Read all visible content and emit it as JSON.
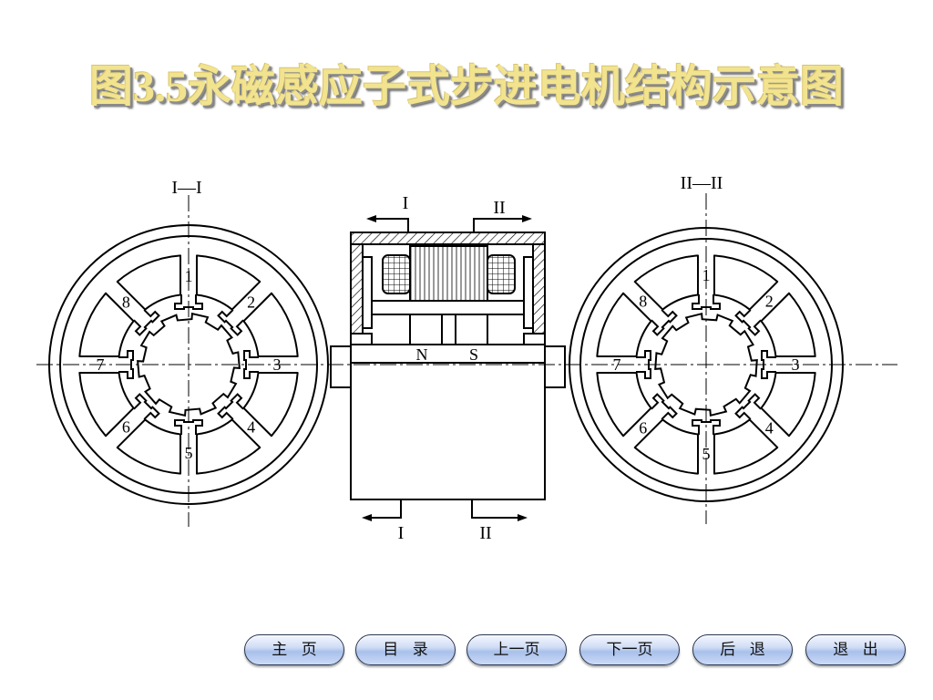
{
  "title": "图3.5永磁感应子式步进电机结构示意图",
  "diagram": {
    "left_section": {
      "label": "I—I",
      "pole_labels": [
        "1",
        "2",
        "3",
        "4",
        "5",
        "6",
        "7",
        "8"
      ]
    },
    "right_section": {
      "label": "II—II",
      "pole_labels": [
        "1",
        "2",
        "3",
        "4",
        "5",
        "6",
        "7",
        "8"
      ]
    },
    "side_view": {
      "top_arrow_left": "I",
      "top_arrow_right": "II",
      "bottom_arrow_left": "I",
      "bottom_arrow_right": "II",
      "magnet_north": "N",
      "magnet_south": "S"
    }
  },
  "nav": {
    "home": "主 页",
    "contents": "目 录",
    "prev": "上一页",
    "next": "下一页",
    "back": "后 退",
    "exit": "退 出"
  },
  "colors": {
    "title": "#f2e38f",
    "line": "#000000"
  }
}
